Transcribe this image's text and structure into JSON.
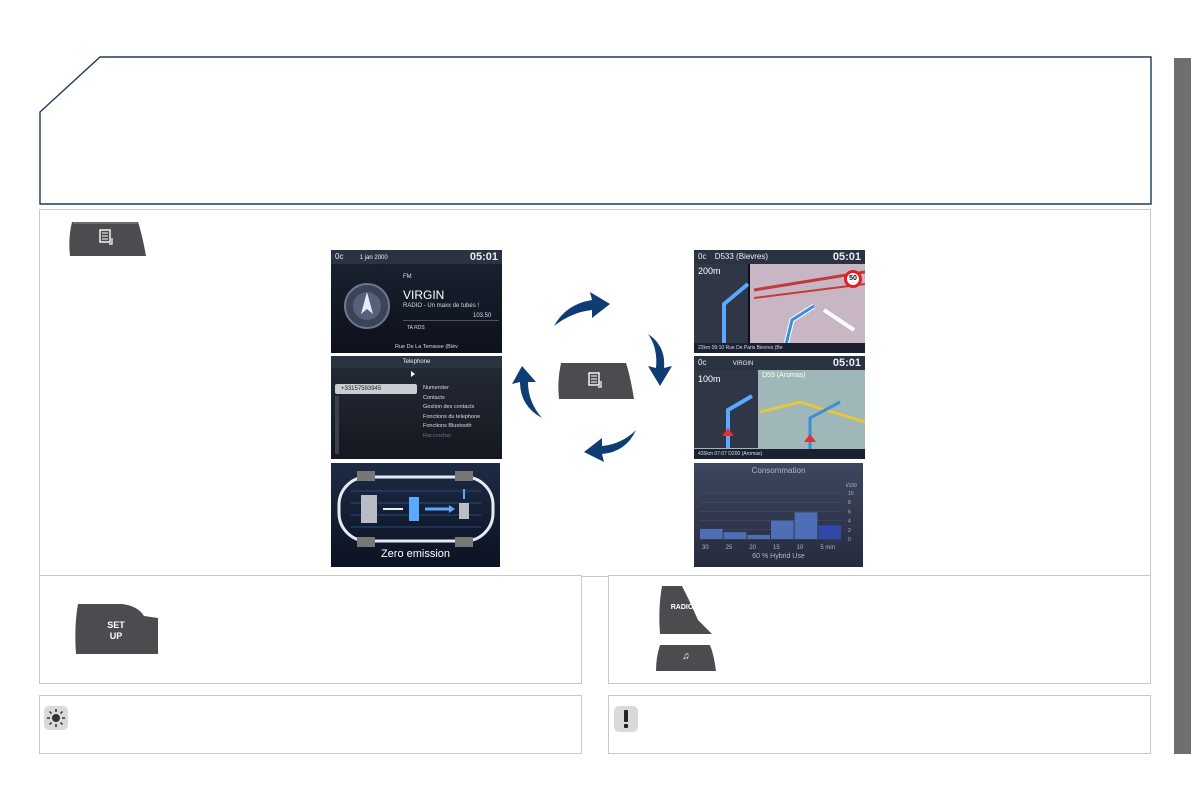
{
  "buttons": {
    "mode_icon": "mode-screen-icon",
    "setup_line1": "SET",
    "setup_line2": "UP",
    "radio_label": "RADIO",
    "music_icon": "♫"
  },
  "screens": {
    "radio": {
      "temp": "0c",
      "date": "1  jan  2000",
      "time": "05:01",
      "band": "FM",
      "station": "VIRGIN",
      "rds_text": "RADIO - Un maxx de tubes !",
      "frequency": "103.50",
      "ta_rds": "TA  RDS",
      "street": "Rue De La Terrasse (Bièv"
    },
    "telephone": {
      "title": "Telephone",
      "number": "+33157593945",
      "menu": [
        "Numeroter",
        "Contacts",
        "Gestion des contacts",
        "Fonctions du telephone",
        "Fonctions  Bluetooth",
        "Raccrocher"
      ]
    },
    "energy": {
      "caption": "Zero emission"
    },
    "nav_map": {
      "temp": "0c",
      "road": "D533 (Bievres)",
      "time": "05:01",
      "distance": "200m",
      "speed_limit": "50",
      "footer": "22km   09:10   Rue De Paris Bievres (Be"
    },
    "nav_split": {
      "temp": "0c",
      "station": "VIRGIN",
      "time": "05:01",
      "distance": "100m",
      "road": "D59 (Aromas)",
      "footer": "435km   07:07   D200 (Aromas)"
    },
    "consumption": {
      "title": "Consommation",
      "unit": "l/100",
      "y_ticks": [
        "10",
        "8",
        "6",
        "4",
        "2",
        "0"
      ],
      "x_ticks": [
        "30",
        "25",
        "20",
        "15",
        "10",
        "5 min"
      ],
      "footer": "60 % Hybrid Use"
    }
  },
  "chart_data": {
    "type": "bar",
    "title": "Consommation",
    "categories": [
      "30",
      "25",
      "20",
      "15",
      "10",
      "5 min"
    ],
    "values": [
      2.2,
      1.5,
      0.9,
      4.0,
      5.8,
      3.0
    ],
    "ylabel": "l/100",
    "ylim": [
      0,
      10
    ]
  },
  "colors": {
    "header_border": "#1f3a5c",
    "arrow": "#0f3d73",
    "button": "#4a4c50",
    "side_band": "#6e6f71",
    "chart_bar": "#4e6fb5"
  },
  "icons": {
    "tip": "lightbulb-icon",
    "warning": "exclamation-icon"
  }
}
